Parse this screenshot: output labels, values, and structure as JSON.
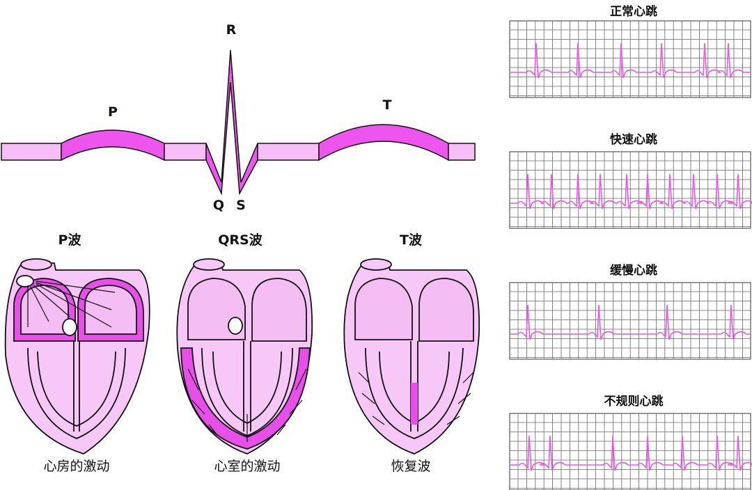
{
  "ecg_wave": {
    "peak_labels": {
      "p": "P",
      "r": "R",
      "q": "Q",
      "s": "S",
      "t": "T"
    }
  },
  "hearts": [
    {
      "title": "P波",
      "caption": "心房的激动"
    },
    {
      "title": "QRS波",
      "caption": "心室的激动"
    },
    {
      "title": "T波",
      "caption": "恢复波"
    }
  ],
  "rhythm_strips": [
    {
      "title": "正常心跳"
    },
    {
      "title": "快速心跳"
    },
    {
      "title": "缓慢心跳"
    },
    {
      "title": "不规则心跳"
    }
  ],
  "colors": {
    "band_light": "#f6bdf6",
    "band_dark": "#ee55ee",
    "heart_fill": "#f7c8f7",
    "heart_inner": "#f4bdf4",
    "active": "#e84ee8",
    "grid": "#555555",
    "trace": "#ee55ee",
    "outline": "#111111"
  }
}
